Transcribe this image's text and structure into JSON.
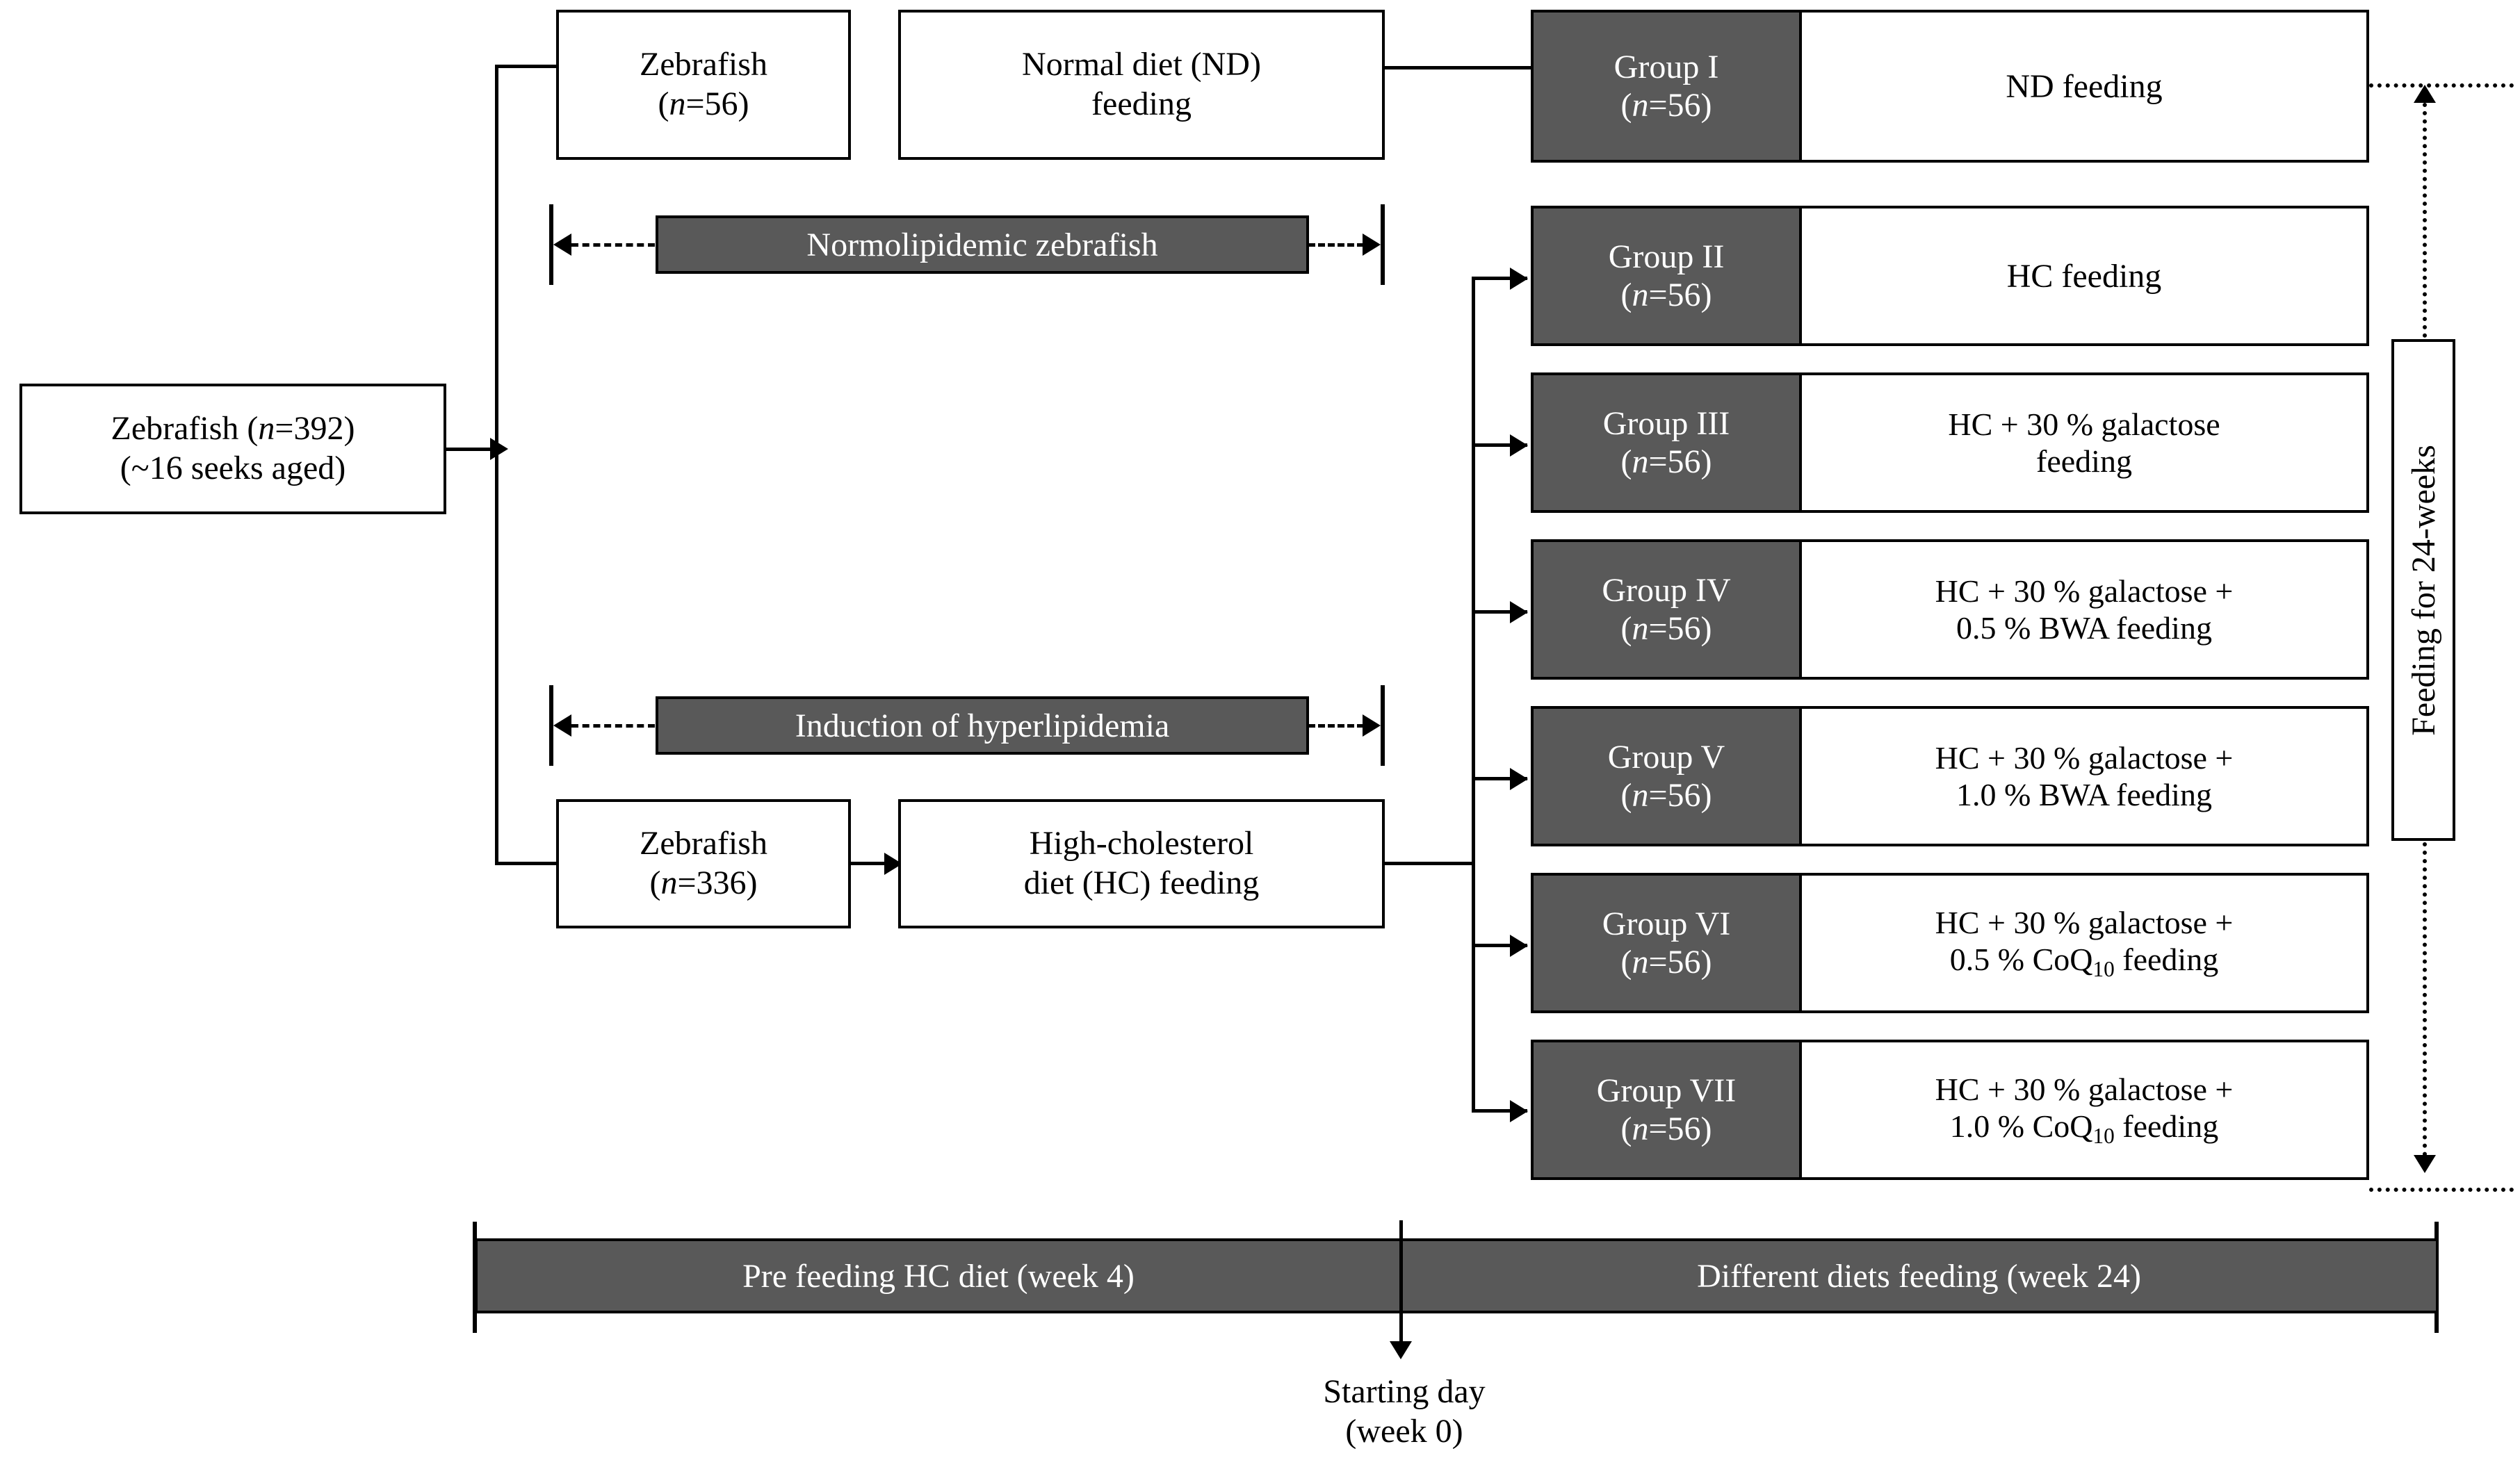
{
  "source_box": {
    "line1": "Zebrafish (n=392)",
    "line2": "(~16 seeks aged)"
  },
  "branches": {
    "normal": {
      "fish_line1": "Zebrafish",
      "fish_line2": "(n=56)",
      "diet_line1": "Normal diet (ND)",
      "diet_line2": "feeding",
      "band_label": "Normolipidemic zebrafish"
    },
    "high_chol": {
      "fish_line1": "Zebrafish",
      "fish_line2": "(n=336)",
      "diet_line1": "High-cholesterol",
      "diet_line2": "diet (HC) feeding",
      "band_label": "Induction of hyperlipidemia"
    }
  },
  "groups": [
    {
      "name": "Group I",
      "n": "(n=56)",
      "desc_line1": "ND feeding",
      "desc_line2": ""
    },
    {
      "name": "Group II",
      "n": "(n=56)",
      "desc_line1": "HC feeding",
      "desc_line2": ""
    },
    {
      "name": "Group III",
      "n": "(n=56)",
      "desc_line1": "HC + 30 % galactose",
      "desc_line2": "feeding"
    },
    {
      "name": "Group IV",
      "n": "(n=56)",
      "desc_line1": "HC + 30 % galactose +",
      "desc_line2": "0.5 % BWA feeding"
    },
    {
      "name": "Group V",
      "n": "(n=56)",
      "desc_line1": "HC + 30 % galactose +",
      "desc_line2": "1.0 % BWA feeding"
    },
    {
      "name": "Group VI",
      "n": "(n=56)",
      "desc_line1": "HC + 30 % galactose +",
      "desc_line2": "0.5 % CoQ10 feeding",
      "sub": "10",
      "pre": "0.5 % CoQ",
      "post": " feeding"
    },
    {
      "name": "Group VII",
      "n": "(n=56)",
      "desc_line1": "HC + 30 % galactose +",
      "desc_line2": "1.0 % CoQ10 feeding",
      "sub": "10",
      "pre": "1.0 % CoQ",
      "post": " feeding"
    }
  ],
  "duration_label": "Feeding for 24-weeks",
  "timeline": {
    "left_segment": "Pre feeding HC diet (week 4)",
    "right_segment": "Different diets feeding (week 24)",
    "marker_line1": "Starting day",
    "marker_line2": "(week 0)"
  },
  "colors": {
    "band_grey": "#595959",
    "stroke": "#000000",
    "background": "#ffffff"
  }
}
